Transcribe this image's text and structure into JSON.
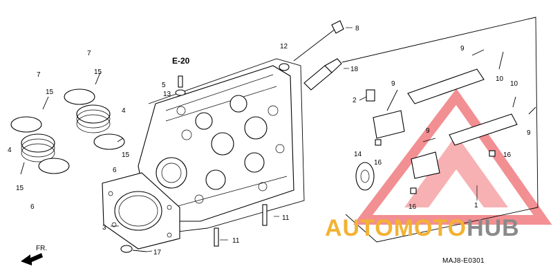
{
  "diagram": {
    "reference": "E-20",
    "code": "MAJ8-E0301",
    "front_label": "FR.",
    "callouts": {
      "c1": "1",
      "c2": "2",
      "c3": "3",
      "c4a": "4",
      "c4b": "4",
      "c5": "5",
      "c6a": "6",
      "c6b": "6",
      "c7a": "7",
      "c7b": "7",
      "c8": "8",
      "c9a": "9",
      "c9b": "9",
      "c9c": "9",
      "c9d": "9",
      "c10a": "10",
      "c10b": "10",
      "c11a": "11",
      "c11b": "11",
      "c12": "12",
      "c13": "13",
      "c14": "14",
      "c15a": "15",
      "c15b": "15",
      "c15c": "15",
      "c15d": "15",
      "c16a": "16",
      "c16b": "16",
      "c16c": "16",
      "c17": "17",
      "c18": "18"
    }
  },
  "watermark": {
    "left_text": "AUTOMOTO",
    "right_text": "HUB",
    "left_color": "#f2b233",
    "right_color": "#8a8a8a",
    "triangle_color": "#e8353a"
  }
}
